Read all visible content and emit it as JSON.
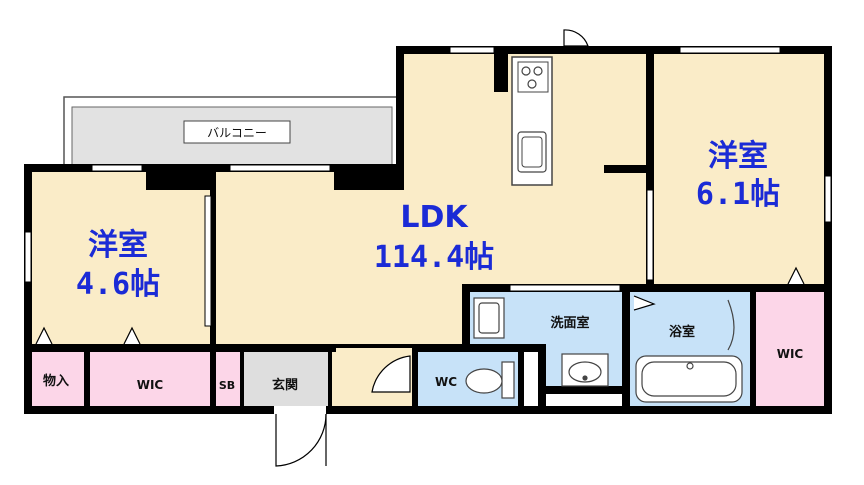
{
  "rooms": {
    "balcony": "バルコニー",
    "western_left": {
      "name": "洋室",
      "size": "4.6帖"
    },
    "ldk": {
      "name": "LDK",
      "size": "114.4帖"
    },
    "western_right": {
      "name": "洋室",
      "size": "6.1帖"
    },
    "washroom": "洗面室",
    "bathroom": "浴室",
    "storage": "物入",
    "wic_left": "WIC",
    "shoe_box": "SB",
    "entrance": "玄関",
    "toilet": "WC",
    "wic_right": "WIC"
  },
  "colors": {
    "wall": "#000000",
    "ldk_floor": "#faecc8",
    "balcony": "#e2e2e2",
    "wet_area": "#c7e2f8",
    "closet": "#fcd6e8",
    "entrance": "#dedede",
    "label_blue": "#1b2bd6"
  }
}
